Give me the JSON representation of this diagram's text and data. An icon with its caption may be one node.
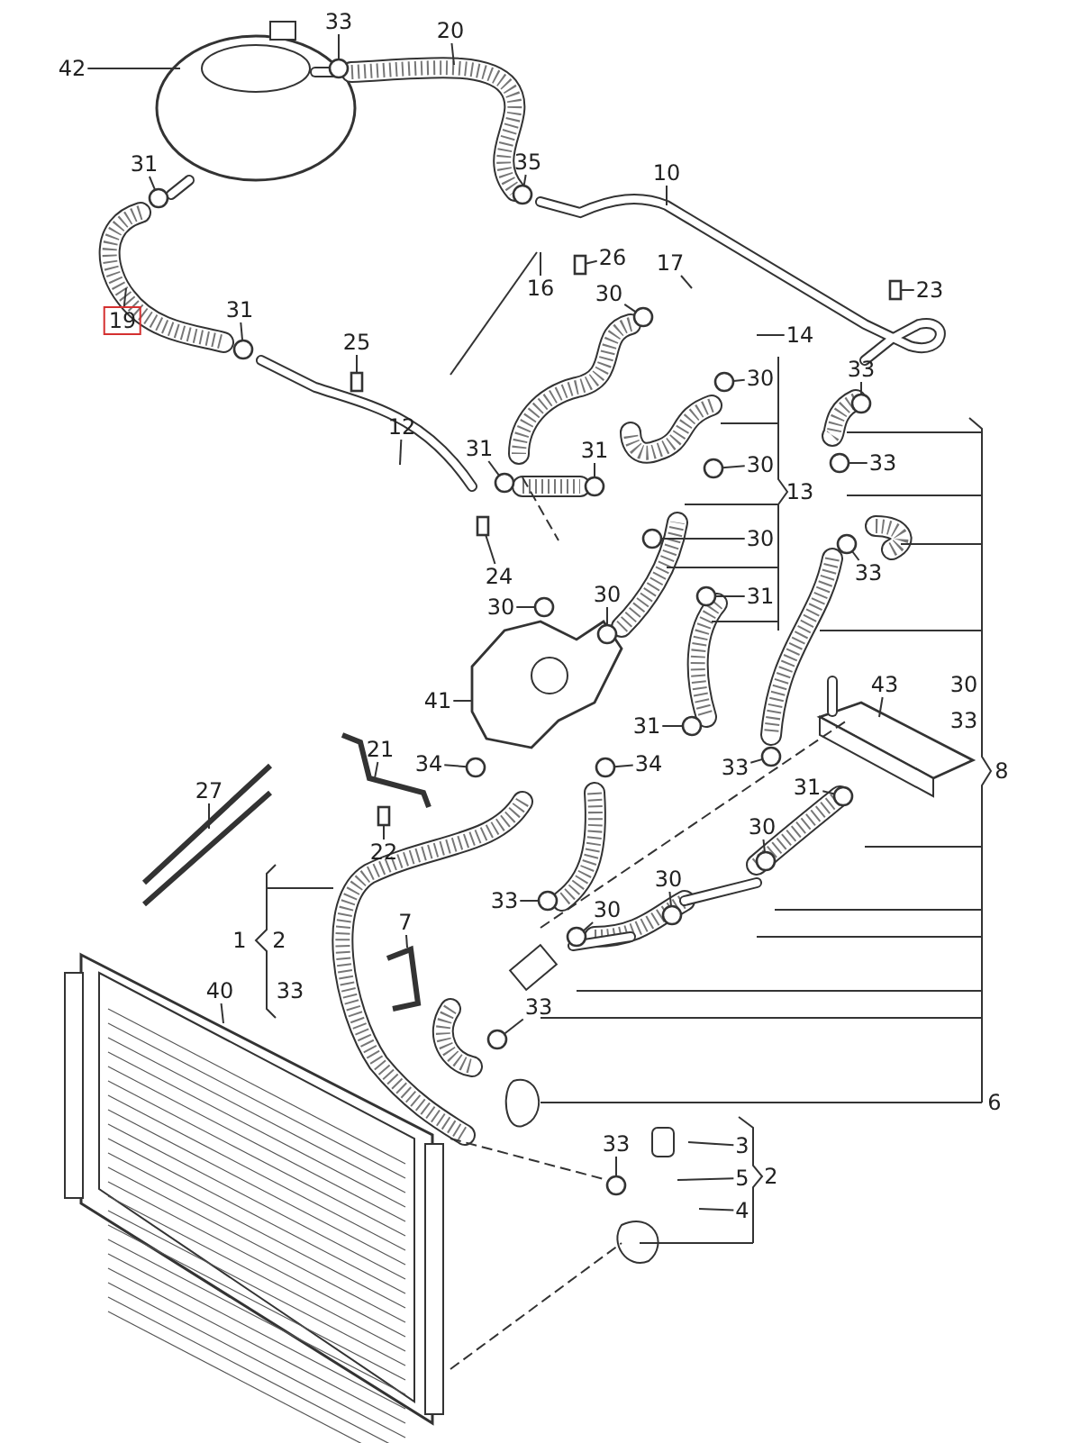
{
  "diagram": {
    "nodes": [
      {
        "text": [
          "42"
        ]
      },
      {
        "text": [
          "33"
        ]
      },
      {
        "text": [
          "20"
        ]
      },
      {
        "text": [
          "31"
        ]
      },
      {
        "text": [
          "35"
        ]
      },
      {
        "text": [
          "19"
        ]
      },
      {
        "text": [
          "31"
        ]
      },
      {
        "text": [
          "25"
        ]
      },
      {
        "text": [
          "10"
        ]
      },
      {
        "text": [
          "26"
        ]
      },
      {
        "text": [
          "16"
        ]
      },
      {
        "text": [
          "17"
        ]
      },
      {
        "text": [
          "30"
        ]
      },
      {
        "text": [
          "14"
        ]
      },
      {
        "text": [
          "23"
        ]
      },
      {
        "text": [
          "33"
        ]
      },
      {
        "text": [
          "30"
        ]
      },
      {
        "text": [
          "12"
        ]
      },
      {
        "text": [
          "31"
        ]
      },
      {
        "text": [
          "31"
        ]
      },
      {
        "text": [
          "33"
        ]
      },
      {
        "text": [
          "30"
        ]
      },
      {
        "text": [
          "30"
        ]
      },
      {
        "text": [
          "33"
        ]
      },
      {
        "text": [
          "24"
        ]
      },
      {
        "text": [
          "30"
        ]
      },
      {
        "text": [
          "30"
        ]
      },
      {
        "text": [
          "31"
        ]
      },
      {
        "text": [
          "41"
        ]
      },
      {
        "text": [
          "43"
        ]
      },
      {
        "text": [
          "31"
        ]
      },
      {
        "text": [
          "33"
        ]
      },
      {
        "text": [
          "31"
        ]
      },
      {
        "text": [
          "34"
        ]
      },
      {
        "text": [
          "34"
        ]
      },
      {
        "text": [
          "21"
        ]
      },
      {
        "text": [
          "22"
        ]
      },
      {
        "text": [
          "27"
        ]
      },
      {
        "text": [
          "30"
        ]
      },
      {
        "text": [
          "30"
        ]
      },
      {
        "text": [
          "33"
        ]
      },
      {
        "text": [
          "30"
        ]
      },
      {
        "text": [
          "7"
        ]
      },
      {
        "text": [
          "33"
        ]
      },
      {
        "text": [
          "40"
        ]
      },
      {
        "text": [
          "33"
        ]
      },
      {
        "text": [
          "3"
        ]
      },
      {
        "text": [
          "5"
        ]
      },
      {
        "text": [
          "4"
        ]
      },
      {
        "text": [
          "13"
        ]
      },
      {
        "text": [
          "30"
        ]
      },
      {
        "text": [
          "33"
        ]
      },
      {
        "text": [
          "8"
        ]
      },
      {
        "text": [
          "1"
        ]
      },
      {
        "text": [
          "2"
        ]
      },
      {
        "text": [
          "33"
        ]
      },
      {
        "text": [
          "2"
        ]
      },
      {
        "text": [
          "6"
        ]
      },
      {
        "text": [],
        "shape": "circle"
      },
      {
        "text": [],
        "shape": "circle"
      },
      {
        "text": [],
        "shape": "circle"
      },
      {
        "text": [],
        "shape": "circle"
      },
      {
        "text": [],
        "shape": "circle"
      },
      {
        "text": [],
        "shape": "circle"
      },
      {
        "text": [],
        "shape": "circle"
      },
      {
        "text": [],
        "shape": "circle"
      },
      {
        "text": [],
        "shape": "circle"
      },
      {
        "text": [],
        "shape": "circle"
      },
      {
        "text": [],
        "shape": "circle"
      },
      {
        "text": [],
        "shape": "circle"
      },
      {
        "text": [],
        "shape": "circle"
      },
      {
        "text": [],
        "shape": "circle"
      },
      {
        "text": [],
        "shape": "circle"
      },
      {
        "text": [],
        "shape": "circle"
      },
      {
        "text": [],
        "shape": "circle"
      },
      {
        "text": [],
        "shape": "circle"
      },
      {
        "text": [],
        "shape": "circle"
      },
      {
        "text": [],
        "shape": "circle"
      },
      {
        "text": [],
        "shape": "circle"
      },
      {
        "text": [],
        "shape": "circle"
      },
      {
        "text": [],
        "shape": "circle"
      },
      {
        "text": [],
        "shape": "circle"
      },
      {
        "text": [],
        "shape": "circle"
      },
      {
        "text": [],
        "shape": "circle"
      },
      {
        "text": [],
        "shape": "circle"
      },
      {
        "text": [],
        "shape": "box"
      },
      {
        "text": [],
        "shape": "box"
      },
      {
        "text": [],
        "shape": "box"
      },
      {
        "text": [],
        "shape": "box"
      },
      {
        "text": [],
        "shape": "box"
      }
    ],
    "edges": [
      {
        "from": 0,
        "to": null,
        "arrow": "none"
      },
      {
        "from": 1,
        "to": 58,
        "arrow": "none"
      },
      {
        "from": 2,
        "to": null,
        "arrow": "none"
      },
      {
        "from": 3,
        "to": 59,
        "arrow": "none"
      },
      {
        "from": 4,
        "to": 60,
        "arrow": "none"
      },
      {
        "from": 5,
        "to": null,
        "arrow": "none"
      },
      {
        "from": 6,
        "to": 61,
        "arrow": "none"
      },
      {
        "from": 7,
        "to": 85,
        "arrow": "none"
      },
      {
        "from": 8,
        "to": null,
        "arrow": "none"
      },
      {
        "from": 9,
        "to": 86,
        "arrow": "none"
      },
      {
        "from": 10,
        "to": null,
        "arrow": "none"
      },
      {
        "from": 11,
        "to": null,
        "arrow": "none"
      },
      {
        "from": 12,
        "to": 62,
        "arrow": "none"
      },
      {
        "from": 13,
        "to": null,
        "arrow": "none"
      },
      {
        "from": 14,
        "to": 89,
        "arrow": "none"
      },
      {
        "from": 15,
        "to": 63,
        "arrow": "none"
      },
      {
        "from": 16,
        "to": 64,
        "arrow": "none"
      },
      {
        "from": 17,
        "to": null,
        "arrow": "none"
      },
      {
        "from": 18,
        "to": 65,
        "arrow": "none"
      },
      {
        "from": 19,
        "to": 66,
        "arrow": "none"
      },
      {
        "from": 20,
        "to": 67,
        "arrow": "none"
      },
      {
        "from": 21,
        "to": 68,
        "arrow": "none"
      },
      {
        "from": 22,
        "to": 69,
        "arrow": "none"
      },
      {
        "from": 23,
        "to": 70,
        "arrow": "none"
      },
      {
        "from": 24,
        "to": 87,
        "arrow": "none"
      },
      {
        "from": 25,
        "to": 71,
        "arrow": "none"
      },
      {
        "from": 26,
        "to": 72,
        "arrow": "none"
      },
      {
        "from": 27,
        "to": 73,
        "arrow": "none"
      },
      {
        "from": 28,
        "to": null,
        "arrow": "none"
      },
      {
        "from": 29,
        "to": null,
        "arrow": "none"
      },
      {
        "from": 30,
        "to": 74,
        "arrow": "none"
      },
      {
        "from": 31,
        "to": 75,
        "arrow": "none"
      },
      {
        "from": 32,
        "to": 76,
        "arrow": "none"
      },
      {
        "from": 33,
        "to": 77,
        "arrow": "none"
      },
      {
        "from": 34,
        "to": 78,
        "arrow": "none"
      },
      {
        "from": 35,
        "to": null,
        "arrow": "none"
      },
      {
        "from": 36,
        "to": 88,
        "arrow": "none"
      },
      {
        "from": 37,
        "to": null,
        "arrow": "none"
      },
      {
        "from": 38,
        "to": 79,
        "arrow": "none"
      },
      {
        "from": 39,
        "to": 80,
        "arrow": "none"
      },
      {
        "from": 40,
        "to": 81,
        "arrow": "none"
      },
      {
        "from": 41,
        "to": 82,
        "arrow": "none"
      },
      {
        "from": 42,
        "to": null,
        "arrow": "none"
      },
      {
        "from": 43,
        "to": 83,
        "arrow": "none"
      },
      {
        "from": 44,
        "to": null,
        "arrow": "none"
      },
      {
        "from": 45,
        "to": 84,
        "arrow": "none"
      },
      {
        "from": 46,
        "to": null,
        "arrow": "none"
      },
      {
        "from": 47,
        "to": null,
        "arrow": "none"
      },
      {
        "from": 48,
        "to": null,
        "arrow": "none"
      }
    ]
  }
}
